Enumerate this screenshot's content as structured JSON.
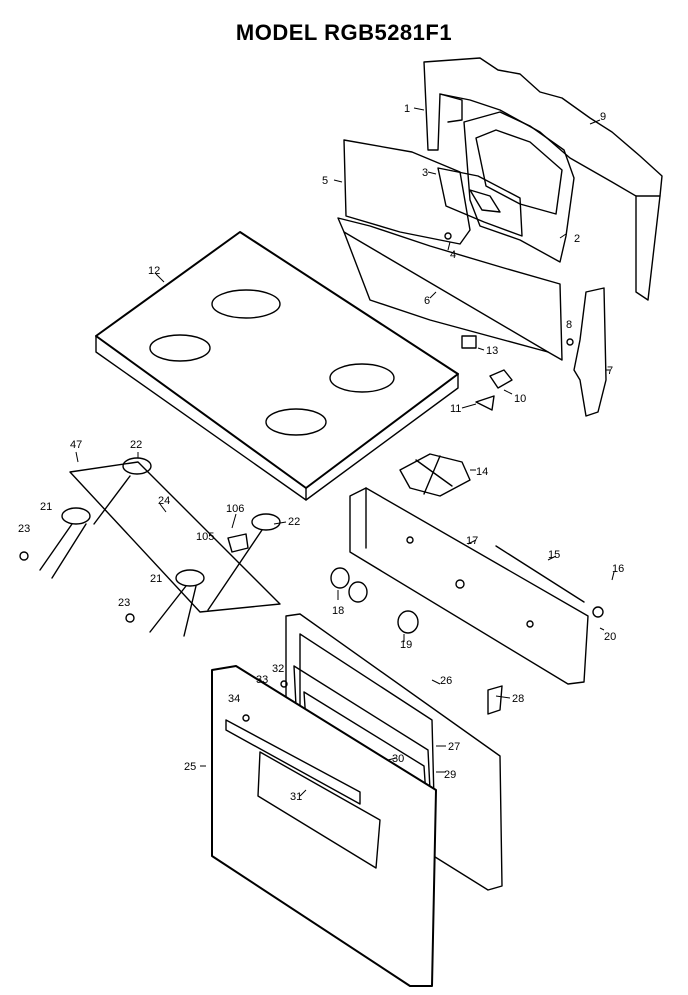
{
  "title": "MODEL RGB5281F1",
  "callouts": {
    "p1": "1",
    "p2": "2",
    "p3": "3",
    "p4": "4",
    "p5": "5",
    "p6": "6",
    "p7": "7",
    "p8": "8",
    "p9": "9",
    "p10": "10",
    "p11": "11",
    "p12": "12",
    "p13": "13",
    "p14": "14",
    "p15": "15",
    "p16": "16",
    "p17": "17",
    "p18": "18",
    "p19": "19",
    "p20": "20",
    "p21a": "21",
    "p21b": "21",
    "p22a": "22",
    "p22b": "22",
    "p23a": "23",
    "p23b": "23",
    "p24": "24",
    "p25": "25",
    "p26": "26",
    "p27": "27",
    "p28": "28",
    "p29": "29",
    "p30": "30",
    "p31": "31",
    "p32": "32",
    "p33": "33",
    "p34": "34",
    "p47": "47",
    "p105": "105",
    "p106": "106"
  }
}
